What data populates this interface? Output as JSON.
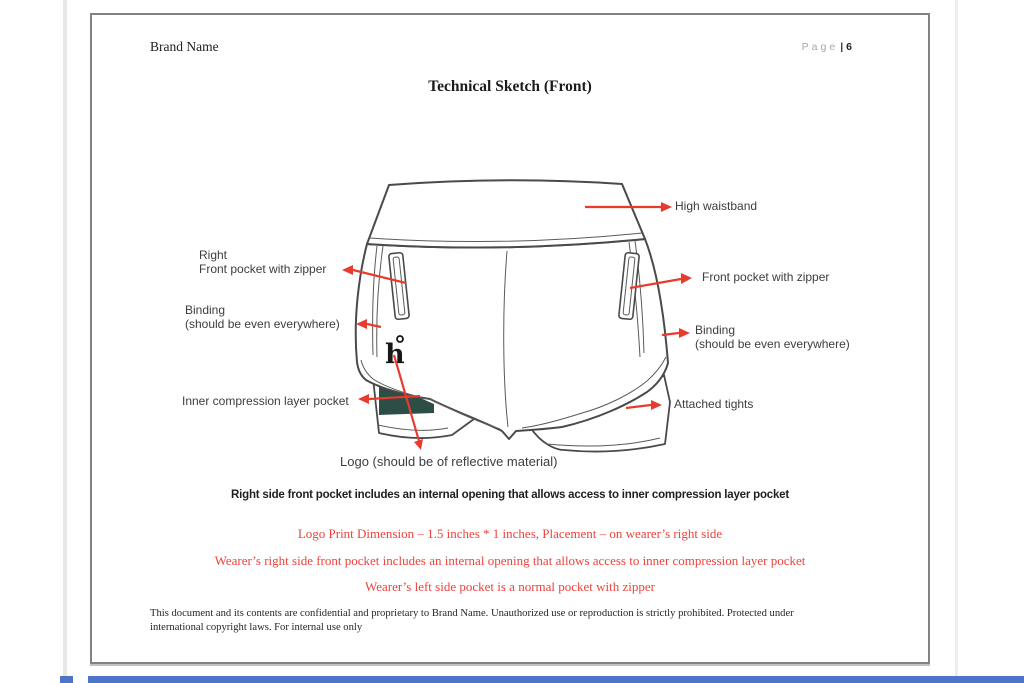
{
  "header": {
    "brand": "Brand Name",
    "page_label": "Page",
    "page_sep": "|",
    "page_number": "6",
    "title": "Technical Sketch (Front)"
  },
  "sketch": {
    "logo_glyph": "h",
    "labels": {
      "high_waistband": "High waistband",
      "right_front_pocket_line1": "Right",
      "right_front_pocket_line2": "Front pocket with zipper",
      "front_pocket_with_zipper": "Front pocket with zipper",
      "binding_left_line1": "Binding",
      "binding_left_line2": "(should be even everywhere)",
      "binding_right_line1": "Binding",
      "binding_right_line2": "(should be even everywhere)",
      "inner_compression": "Inner compression layer pocket",
      "attached_tights": "Attached tights",
      "logo": "Logo (should be of reflective material)"
    },
    "colors": {
      "pocket_teal": "#2c4e47",
      "arrow_red": "#e73b2e",
      "note_red": "#ee423b"
    }
  },
  "notes": {
    "note_bold": "Right side front pocket includes an internal opening that allows access to inner compression layer pocket",
    "red_1": "Logo Print Dimension – 1.5 inches * 1 inches, Placement – on wearer’s right side",
    "red_2": "Wearer’s right side front pocket includes an internal opening that allows access to inner compression layer pocket",
    "red_3": "Wearer’s left side pocket is a normal pocket with zipper"
  },
  "footer": {
    "line1": "This document and its contents are confidential and proprietary to Brand Name. Unauthorized use or reproduction is strictly prohibited. Protected under",
    "line2": "international copyright laws. For internal use only"
  }
}
